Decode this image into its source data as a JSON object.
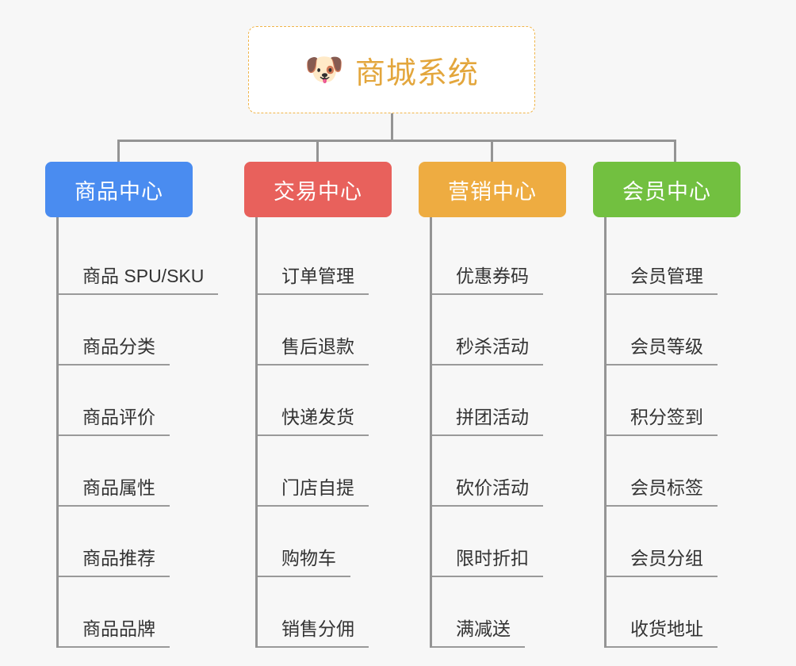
{
  "diagram": {
    "type": "org-chart",
    "background_color": "#f7f7f7",
    "root": {
      "icon": "shiba-dog-face-icon",
      "icon_glyph": "🐶",
      "title": "商城系统",
      "title_color": "#e3a63c",
      "border_color": "#f0b54a",
      "border_style": "dashed"
    },
    "connector_color": "#949494",
    "columns": [
      {
        "header": "商品中心",
        "color": "#4a8cf0",
        "items": [
          "商品 SPU/SKU",
          "商品分类",
          "商品评价",
          "商品属性",
          "商品推荐",
          "商品品牌"
        ]
      },
      {
        "header": "交易中心",
        "color": "#e8615c",
        "items": [
          "订单管理",
          "售后退款",
          "快递发货",
          "门店自提",
          "购物车",
          "销售分佣"
        ]
      },
      {
        "header": "营销中心",
        "color": "#eeac41",
        "items": [
          "优惠券码",
          "秒杀活动",
          "拼团活动",
          "砍价活动",
          "限时折扣",
          "满减送"
        ]
      },
      {
        "header": "会员中心",
        "color": "#72c040",
        "items": [
          "会员管理",
          "会员等级",
          "积分签到",
          "会员标签",
          "会员分组",
          "收货地址"
        ]
      }
    ]
  }
}
